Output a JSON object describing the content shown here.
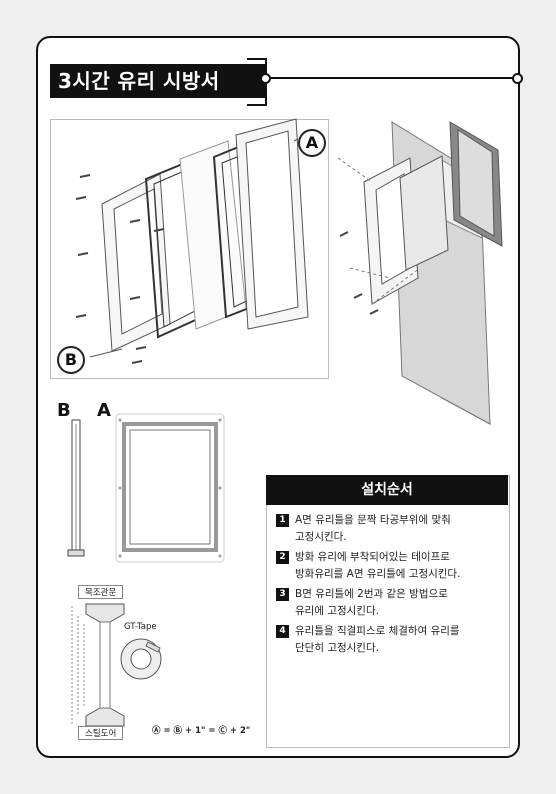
{
  "title": "3시간 유리 시방서",
  "diagram": {
    "callout_a": "A",
    "callout_b": "B",
    "side_label_b": "B",
    "side_label_a": "A"
  },
  "section_detail": {
    "top_label": "목조관문",
    "tape_label": "GT-Tape",
    "bottom_label": "스틸도어",
    "formula": "Ⓐ = Ⓑ + 1\" = Ⓒ + 2\""
  },
  "instructions": {
    "heading": "설치순서",
    "steps": [
      {
        "num": "1",
        "line1": "A면 유리틀을 문짝 타공부위에 맞춰",
        "line2": "고정시킨다."
      },
      {
        "num": "2",
        "line1": "방화 유리에 부착되어있는 테이프로",
        "line2": "방화유리를 A면 유리틀에 고정시킨다."
      },
      {
        "num": "3",
        "line1": "B면 유리틀에 2번과 같은 방법으로",
        "line2": "유리에 고정시킨다."
      },
      {
        "num": "4",
        "line1": "유리틀을 직결피스로 체결하여 유리를",
        "line2": "단단히 고정시킨다."
      }
    ]
  },
  "colors": {
    "ink": "#111111",
    "frame_grey": "#9a9a9a",
    "panel_border": "#bbbbbb"
  }
}
